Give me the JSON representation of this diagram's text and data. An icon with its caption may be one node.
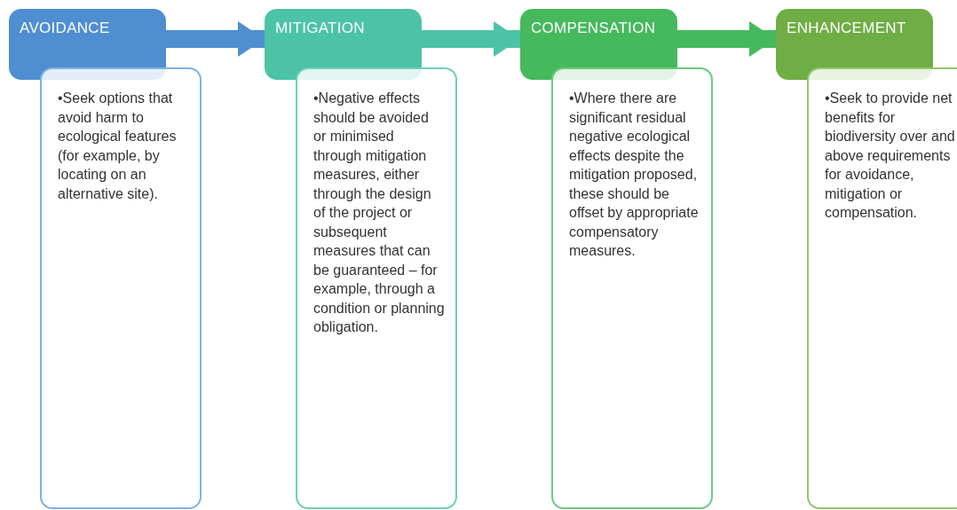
{
  "diagram": {
    "nodes": [
      {
        "text": [
          "AVOIDANCE"
        ]
      },
      {
        "text": [
          "•Seek options that avoid harm to ecological features (for example, by locating on an alternative site)."
        ]
      },
      {
        "text": [
          "MITIGATION"
        ]
      },
      {
        "text": [
          "•Negative effects should be avoided or minimised through mitigation measures, either through the design of the project or subsequent measures that can be guaranteed – for example, through a condition or planning obligation."
        ]
      },
      {
        "text": [
          "COMPENSATION"
        ]
      },
      {
        "text": [
          "•Where there are significant residual negative ecological effects despite the mitigation proposed, these should be offset by appropriate compensatory measures."
        ]
      },
      {
        "text": [
          "ENHANCEMENT"
        ]
      },
      {
        "text": [
          "•Seek to provide net benefits for biodiversity over and above requirements for avoidance, mitigation or compensation."
        ]
      }
    ],
    "edges": [
      {
        "from": 0,
        "to": 2,
        "arrow": "to",
        "color": "#4f8ed0"
      },
      {
        "from": 2,
        "to": 4,
        "arrow": "to",
        "color": "#4cc3a6"
      },
      {
        "from": 4,
        "to": 6,
        "arrow": "to",
        "color": "#45b95c"
      }
    ]
  }
}
